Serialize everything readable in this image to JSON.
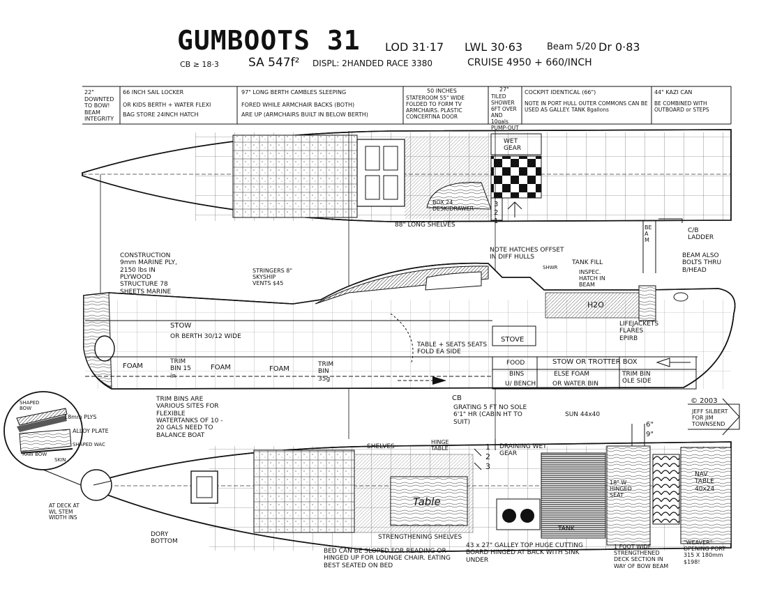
{
  "title": "GUMBOOTS 31",
  "specs": {
    "lod": "LOD 31·17",
    "lwl": "LWL 30·63",
    "beam": "Beam 5/20",
    "draft": "Dr 0·83",
    "cb": "CB ≥ 18·3",
    "sa": "SA 547f²",
    "displ": "DISPL: 2HANDED RACE 3380",
    "cruise": "CRUISE 4950 + 660/INCH"
  },
  "header_table": {
    "col1": "22\" DOWNTED TO BOW! BEAM INTEGRITY",
    "col2a": "66 INCH SAIL LOCKER",
    "col2b": "OR KIDS BERTH + WATER FLEXI",
    "col2c": "BAG STORE 24INCH HATCH",
    "col3a": "97\" LONG BERTH CAMBLES SLEEPING",
    "col3b": "FORED WHILE ARMCHAIR BACKS (BOTH)",
    "col3c": "ARE UP (ARMCHAIRS BUILT IN BELOW BERTH)",
    "col4a": "50 INCHES",
    "col4b": "STATEROOM 55\" WIDE FOLDED TO FORM TV ARMCHAIRS. PLASTIC CONCERTINA DOOR",
    "col5a": "27\"",
    "col5b": "TILED SHOWER 6FT OVER AND 10gals PUMP-OUT",
    "col6a": "COCKPIT IDENTICAL (66\")",
    "col6b": "NOTE IN PORT HULL OUTER COMMONS CAN BE USED AS GALLEY. TANK 8gallons",
    "col7a": "44\" KAZI CAN",
    "col7b": "BE COMBINED WITH OUTBOARD or STEPS"
  },
  "plan_top": {
    "wet_gear": "WET GEAR",
    "box": "BOX 24 DESK/DRAWER",
    "shelves": "88\" LONG SHELVES",
    "steps": [
      "3",
      "2",
      "1"
    ],
    "beam": "BEAM",
    "cb_ladder": "C/B LADDER"
  },
  "profile": {
    "construction": "CONSTRUCTION 9mm MARINE PLY, 2150 lbs IN PLYWOOD STRUCTURE 78 SHEETS MARINE",
    "stringers": "STRINGERS 8\" SKYSHIP VENTS $45",
    "note_hatches": "NOTE HATCHES OFFSET IN DIFF HULLS",
    "tank_fill": "TANK FILL",
    "inspec": "INSPEC. HATCH IN BEAM",
    "beam_bolts": "BEAM ALSO BOLTS THRU B/HEAD",
    "shower": "SHWR",
    "h2o": "H2O",
    "stow": "STOW",
    "berth": "OR BERTH 30/12 WIDE",
    "foam": "FOAM",
    "trim_bin": "TRIM BIN 15 in",
    "trim_bin2": "TRIM BIN 35g",
    "table": "TABLE + SEATS SEATS FOLD EA SIDE",
    "stove": "STOVE",
    "food": "FOOD",
    "bins": "BINS",
    "bench": "U/ BENCH",
    "stow_trotter": "STOW OR TROTTER BOX",
    "else_foam": "ELSE FOAM",
    "water_bin": "OR WATER BIN",
    "trim_bin_side": "TRIM BIN OLE SIDE",
    "lifejackets": "LIFEJACKETS FLARES EPIRB",
    "cb": "CB",
    "grating": "GRATING 5 FT NO SOLE 6'1\" HR (CABIN HT TO SUIT)",
    "sun": "SUN 44x40"
  },
  "left_notes": {
    "trim_bins": "TRIM BINS ARE VARIOUS SITES FOR FLEXIBLE WATERTANKS OF 10 - 20 GALS NEED TO BALANCE BOAT",
    "shaped_bow": "SHAPED BOW",
    "plys": "18mm PLYS",
    "alloy": "ALLOY PLATE",
    "shaped_wac": "SHAPED WAC",
    "raw_bow": "RAW BOW",
    "skin": "SKIN",
    "deck": "AT DECK AT WL STEM WIDTH INS",
    "dory": "DORY BOTTOM"
  },
  "copyright": {
    "year": "© 2003",
    "author": "JEFF SILBERT FOR JIM TOWNSEND"
  },
  "plan_bottom": {
    "shelves": "SHELVES",
    "hinge": "HINGE TABLE",
    "draining": "DRAINING WET GEAR",
    "steps": [
      "1",
      "2",
      "3"
    ],
    "table": "Table",
    "hinged_seat": "18\" W HINGED SEAT",
    "nav": "NAV TABLE 40x24",
    "strengthening": "STRENGTHENING SHELVES",
    "tank": "TANK",
    "dims6": "6\"",
    "dims9": "9\""
  },
  "bottom_notes": {
    "bed": "BED CAN BE SLOPED FOR READING OR HINGED UP FOR LOUNGE CHAIR. EATING BEST SEATED ON BED",
    "galley": "43 x 27\" GALLEY TOP HUGE CUTTING BOARD HINGED AT BACK WITH SINK UNDER",
    "deck_section": "1 FOOT WIDE STRENGTHENED DECK SECTION IN WAY OF BOW BEAM",
    "weaver": "\"WEAVER\" OPENING PORT 315 X 180mm $198!"
  }
}
